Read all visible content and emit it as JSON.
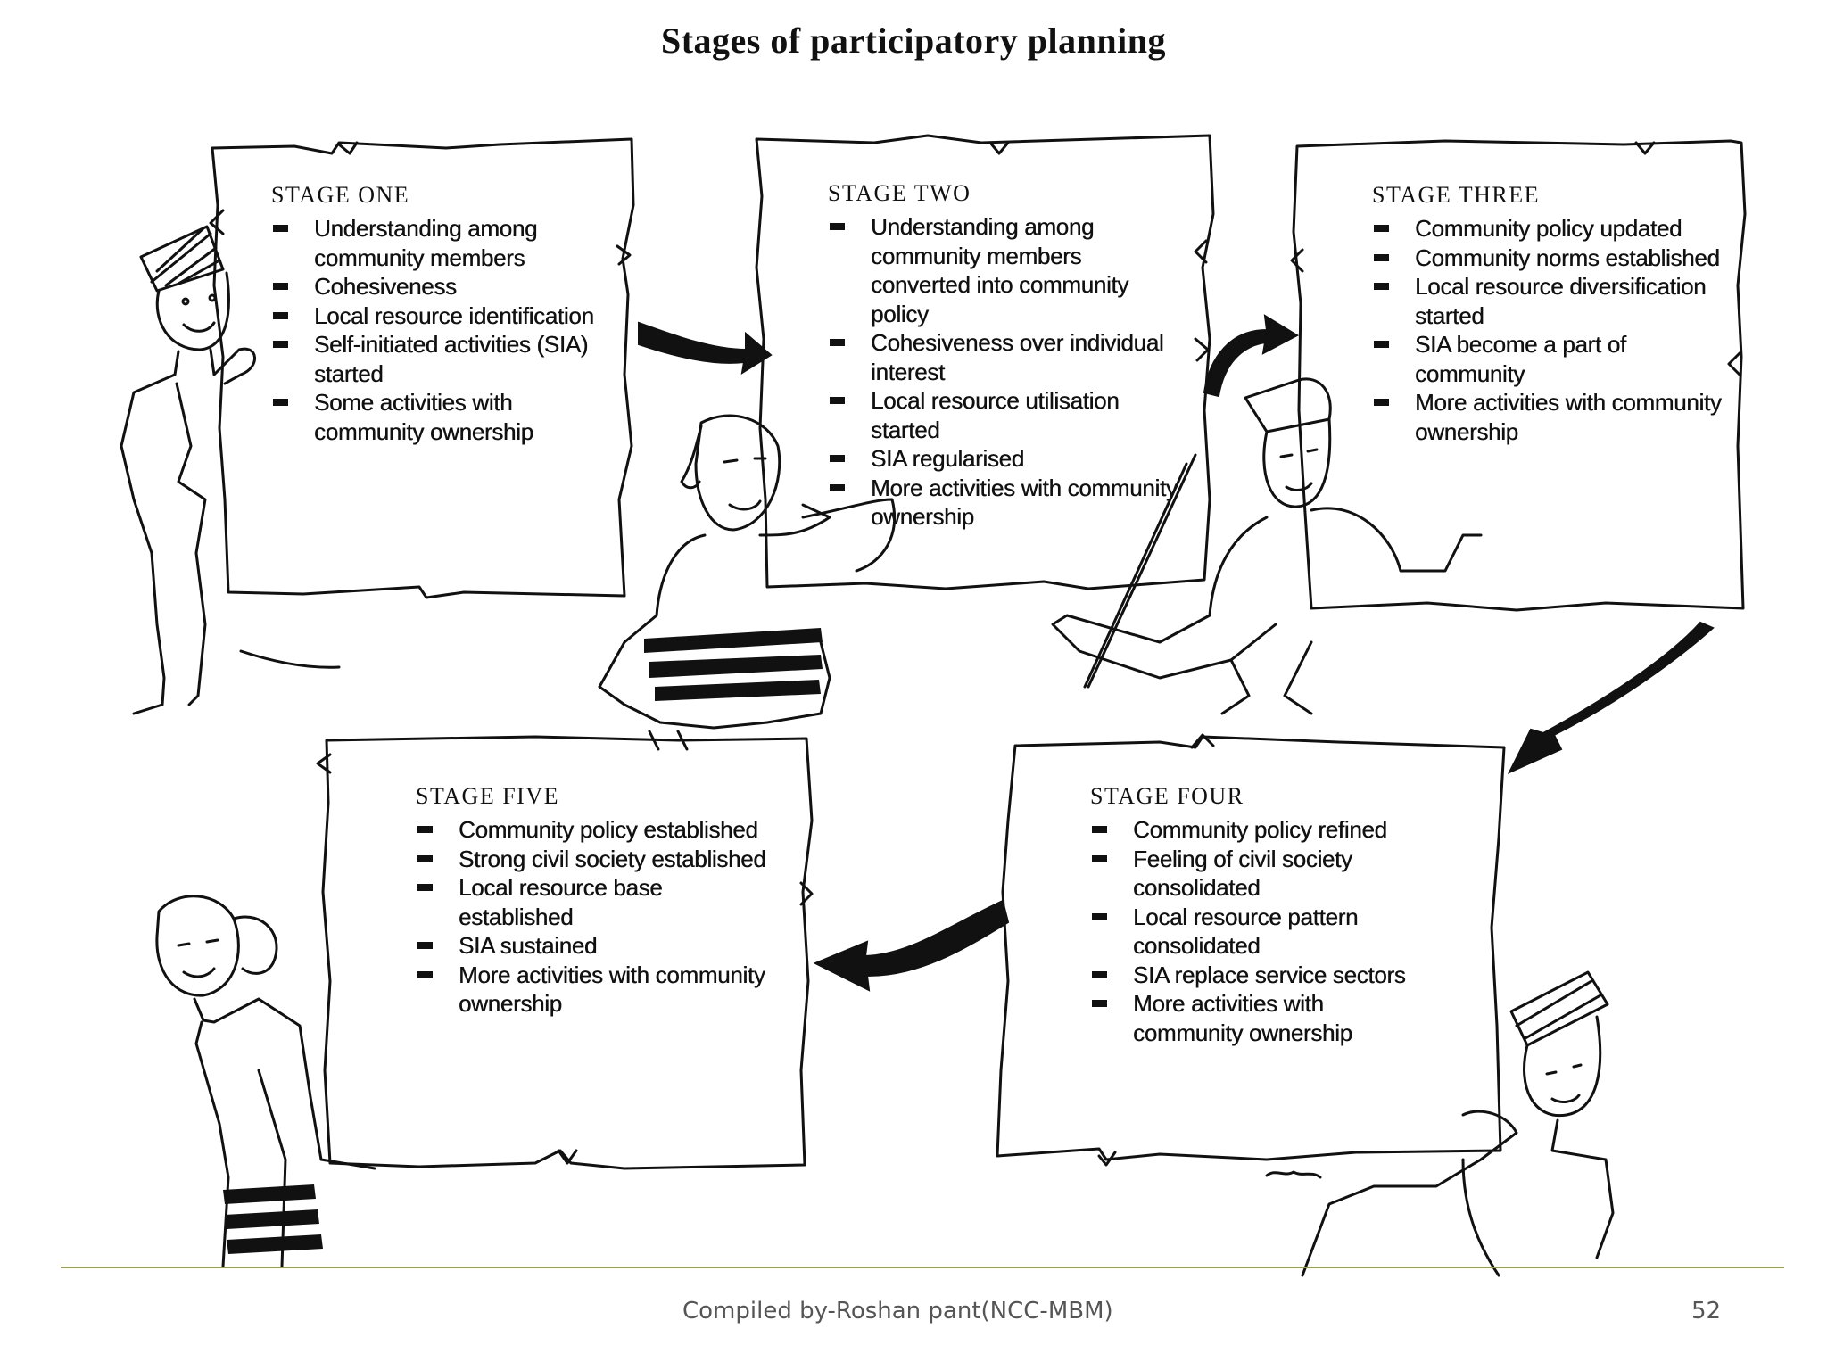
{
  "title": "Stages of participatory planning",
  "stages": [
    {
      "heading": "STAGE ONE",
      "items": [
        "Understanding among community members",
        "Cohesiveness",
        "Local resource identification",
        "Self-initiated activities (SIA) started",
        "Some activities with community ownership"
      ]
    },
    {
      "heading": "STAGE TWO",
      "items": [
        "Understanding among community members converted into community policy",
        "Cohesiveness over individual interest",
        "Local resource utilisation started",
        "SIA regularised",
        "More activities with community ownership"
      ]
    },
    {
      "heading": "STAGE THREE",
      "items": [
        "Community policy updated",
        "Community norms established",
        "Local resource diversification started",
        "SIA become a part of community",
        "More activities with community ownership"
      ]
    },
    {
      "heading": "STAGE FOUR",
      "items": [
        "Community policy refined",
        "Feeling of civil society consolidated",
        "Local resource pattern consolidated",
        "SIA replace service sectors",
        "More activities with community ownership"
      ]
    },
    {
      "heading": "STAGE FIVE",
      "items": [
        "Community policy established",
        "Strong civil society established",
        "Local resource base established",
        "SIA sustained",
        "More activities with community ownership"
      ]
    }
  ],
  "footer": {
    "credit": "Compiled by-Roshan pant(NCC-MBM)",
    "page_number": "52"
  }
}
